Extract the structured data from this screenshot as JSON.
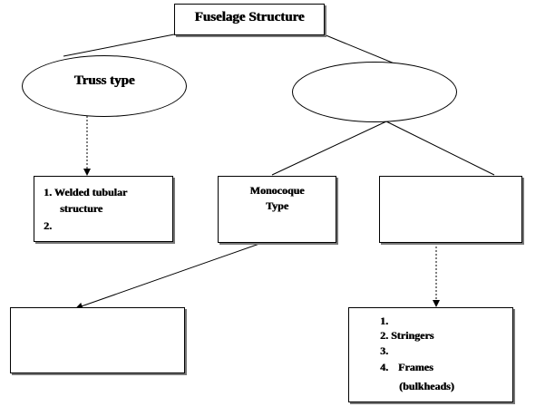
{
  "diagram": {
    "root": {
      "label": "Fuselage Structure"
    },
    "truss": {
      "label": "Truss type"
    },
    "unlabeled_type": {
      "label": ""
    },
    "truss_list": {
      "items": [
        {
          "number": "1.",
          "text": "Welded tubular"
        },
        {
          "number": "",
          "text": "structure"
        },
        {
          "number": "2.",
          "text": ""
        }
      ]
    },
    "monocoque": {
      "line1": "Monocoque",
      "line2": "Type"
    },
    "empty_right_box": {
      "label": ""
    },
    "empty_bottom_left_box": {
      "label": ""
    },
    "semi_list": {
      "items": [
        {
          "number": "1.",
          "text": ""
        },
        {
          "number": "2.",
          "text": "Stringers"
        },
        {
          "number": "3.",
          "text": ""
        },
        {
          "number": "4.",
          "text": "Frames"
        },
        {
          "number": "",
          "text": "(bulkheads)"
        }
      ]
    }
  }
}
